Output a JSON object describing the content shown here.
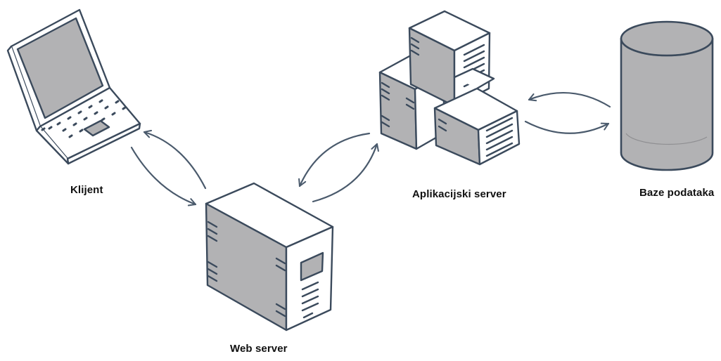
{
  "diagram": {
    "nodes": {
      "client": {
        "label": "Klijent",
        "icon": "laptop-icon"
      },
      "web_server": {
        "label": "Web server",
        "icon": "server-tower-icon"
      },
      "app_server": {
        "label": "Aplikacijski server",
        "icon": "server-cubes-icon"
      },
      "database": {
        "label": "Baze podataka",
        "icon": "database-cylinder-icon"
      }
    },
    "connections": [
      {
        "from": "Klijent",
        "to": "Web server",
        "direction": "bidirectional"
      },
      {
        "from": "Web server",
        "to": "Aplikacijski server",
        "direction": "bidirectional"
      },
      {
        "from": "Aplikacijski server",
        "to": "Baze podataka",
        "direction": "bidirectional"
      }
    ],
    "colors": {
      "stroke": "#3b4a5c",
      "fill_gray": "#b2b2b4",
      "fill_white": "#ffffff",
      "arrow": "#4a5a6c"
    }
  }
}
